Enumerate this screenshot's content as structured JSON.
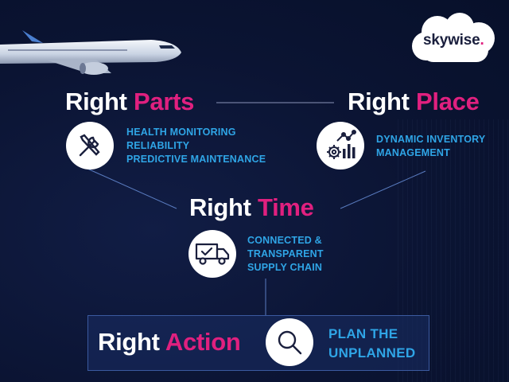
{
  "logo": {
    "name": "skywise",
    "dot": "."
  },
  "nodes": {
    "parts": {
      "word1": "Right",
      "word2": "Parts",
      "lines": [
        "HEALTH MONITORING",
        "RELIABILITY",
        "PREDICTIVE MAINTENANCE"
      ],
      "icon": "tools-icon"
    },
    "place": {
      "word1": "Right",
      "word2": "Place",
      "lines": [
        "DYNAMIC INVENTORY",
        "MANAGEMENT"
      ],
      "icon": "gear-chart-icon"
    },
    "time": {
      "word1": "Right",
      "word2": "Time",
      "lines": [
        "CONNECTED &",
        "TRANSPARENT",
        "SUPPLY CHAIN"
      ],
      "icon": "delivery-truck-icon"
    },
    "action": {
      "word1": "Right",
      "word2": "Action",
      "lines": [
        "PLAN THE",
        "UNPLANNED"
      ],
      "icon": "magnifier-icon"
    }
  },
  "colors": {
    "background": "#0b1433",
    "accent_pink": "#e0207f",
    "accent_blue": "#2fa5e6",
    "text_white": "#ffffff"
  }
}
